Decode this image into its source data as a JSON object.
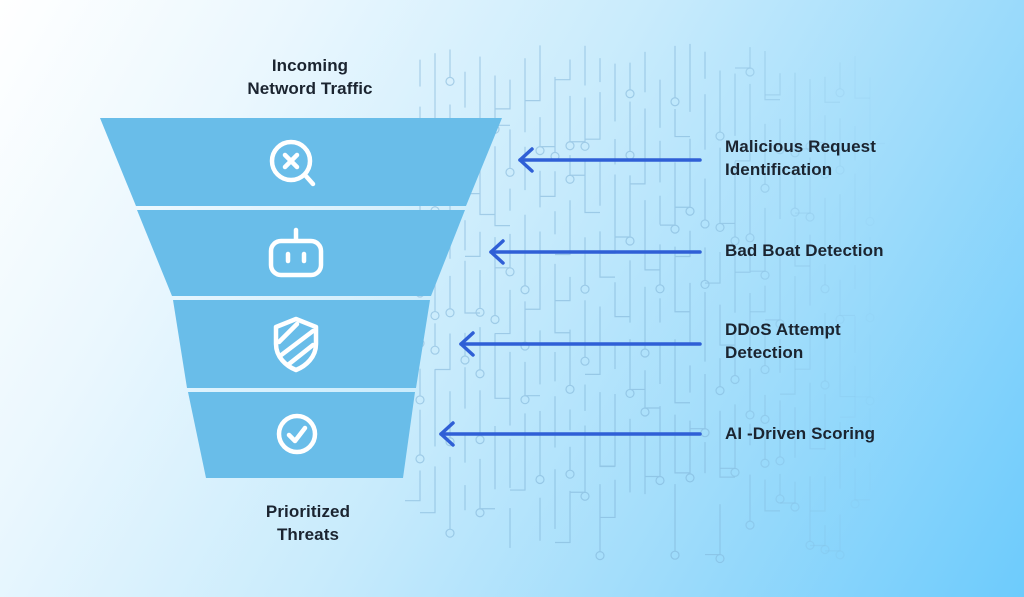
{
  "diagram": {
    "input_label": [
      "Incoming",
      "Netword Traffic"
    ],
    "output_label": [
      "Prioritized",
      "Threats"
    ],
    "stages": [
      {
        "icon": "search-x-icon",
        "label": [
          "Malicious Request",
          "Identification"
        ]
      },
      {
        "icon": "bot-icon",
        "label": [
          "Bad Boat Detection"
        ]
      },
      {
        "icon": "shield-icon",
        "label": [
          "DDoS Attempt",
          "Detection"
        ]
      },
      {
        "icon": "check-circle-icon",
        "label": [
          "AI -Driven Scoring"
        ]
      }
    ]
  },
  "colors": {
    "funnel": "#69bde9",
    "icon": "#ffffff",
    "arrow": "#2f5fd6",
    "text": "#1b2430",
    "circuit": "#7fb2d6"
  }
}
